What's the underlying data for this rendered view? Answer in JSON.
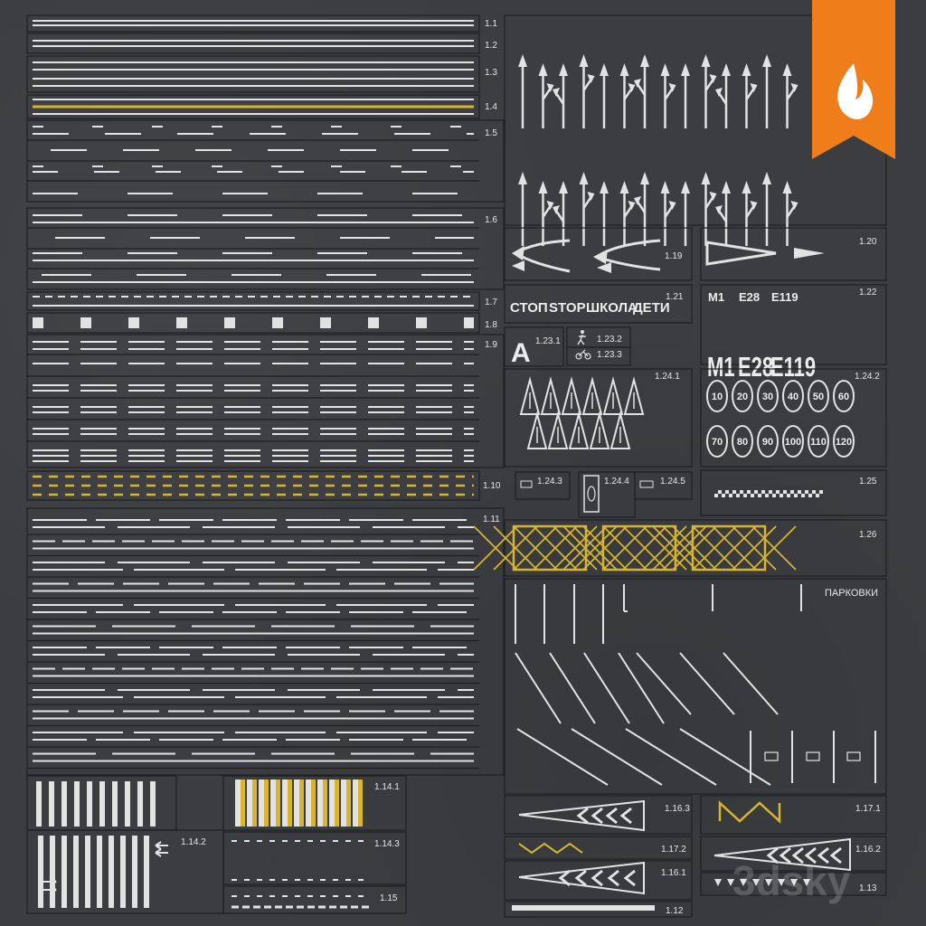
{
  "labels": {
    "l11": "1.1",
    "l12": "1.2",
    "l13": "1.3",
    "l14": "1.4",
    "l15": "1.5",
    "l16": "1.6",
    "l17": "1.7",
    "l18": "1.8",
    "l19": "1.9",
    "l110": "1.10",
    "l111": "1.11",
    "l1141": "1.14.1",
    "l1142": "1.14.2",
    "l1143": "1.14.3",
    "l115": "1.15",
    "l119": "1.19",
    "l120": "1.20",
    "l121": "1.21",
    "l122": "1.22",
    "l1231": "1.23.1",
    "l1232": "1.23.2",
    "l1233": "1.23.3",
    "l1241": "1.24.1",
    "l1242": "1.24.2",
    "l1243": "1.24.3",
    "l1244": "1.24.4",
    "l1245": "1.24.5",
    "l125": "1.25",
    "l126": "1.26",
    "l1163": "1.16.3",
    "l1171": "1.17.1",
    "l1172": "1.17.2",
    "l1162": "1.16.2",
    "l1161": "1.16.1",
    "l113": "1.13",
    "l112": "1.12"
  },
  "words": {
    "stop_ru": "СТОП",
    "stop_en": "STOP",
    "school": "ШКОЛА",
    "children": "ДЕТИ",
    "parking": "ПАРКОВКИ",
    "letter_a": "А"
  },
  "routes": {
    "m1": "M1",
    "e28": "E28",
    "e119": "E119"
  },
  "speeds": [
    "10",
    "20",
    "30",
    "40",
    "50",
    "60",
    "70",
    "80",
    "90",
    "100",
    "110",
    "120"
  ],
  "watermark": "3dsky",
  "colors": {
    "asphalt": "#3b3d40",
    "white": "#e2e2e2",
    "yellow": "#d7b52f",
    "badge": "#ef7d1a"
  },
  "icons": [
    "fire-icon",
    "pedestrian-icon",
    "bicycle-icon",
    "disabled-person-icon",
    "arrow-icon"
  ]
}
